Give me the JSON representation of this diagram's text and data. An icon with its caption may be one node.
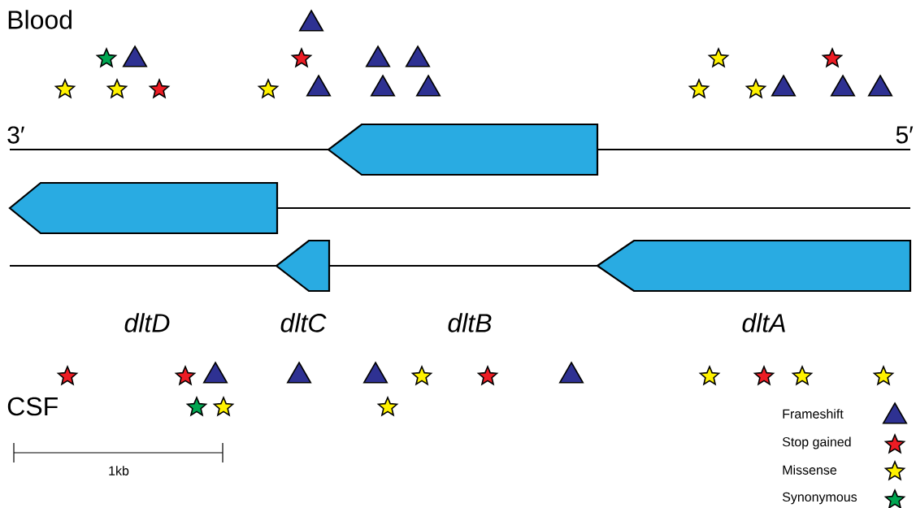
{
  "diagram": {
    "labels": [
      "Blood",
      "3′",
      "5′",
      "dltD",
      "dltC",
      "dltB",
      "dltA",
      "CSF",
      "1kb"
    ],
    "legend": [
      {
        "text": "Frameshift"
      },
      {
        "text": "Stop gained"
      },
      {
        "text": "Missense"
      },
      {
        "text": "Synonymous"
      }
    ]
  }
}
